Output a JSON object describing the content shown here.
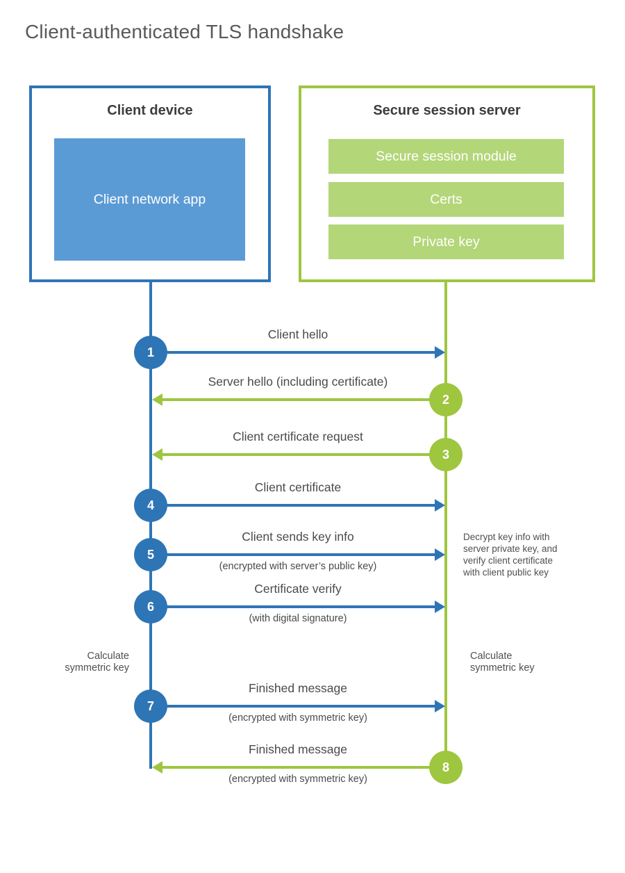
{
  "title": "Client-authenticated TLS handshake",
  "colors": {
    "blue": "#2e75b6",
    "blue_light": "#5b9bd5",
    "green": "#9ec63f",
    "green_light": "#b3d678",
    "text_dark": "#3d3d3d",
    "text_label": "#4a4a4a"
  },
  "client_box": {
    "title": "Client device",
    "app_label": "Client network app"
  },
  "server_box": {
    "title": "Secure session server",
    "modules": [
      "Secure session module",
      "Certs",
      "Private key"
    ]
  },
  "messages": [
    {
      "num": "1",
      "actor": "client",
      "direction": "right",
      "label": "Client hello",
      "sub": ""
    },
    {
      "num": "2",
      "actor": "server",
      "direction": "left",
      "label": "Server hello (including certificate)",
      "sub": ""
    },
    {
      "num": "3",
      "actor": "server",
      "direction": "left",
      "label": "Client certificate request",
      "sub": ""
    },
    {
      "num": "4",
      "actor": "client",
      "direction": "right",
      "label": "Client certificate",
      "sub": ""
    },
    {
      "num": "5",
      "actor": "client",
      "direction": "right",
      "label": "Client sends key info",
      "sub": "(encrypted with server’s public key)"
    },
    {
      "num": "6",
      "actor": "client",
      "direction": "right",
      "label": "Certificate verify",
      "sub": "(with digital signature)"
    },
    {
      "num": "7",
      "actor": "client",
      "direction": "right",
      "label": "Finished message",
      "sub": "(encrypted with symmetric key)"
    },
    {
      "num": "8",
      "actor": "server",
      "direction": "left",
      "label": "Finished message",
      "sub": "(encrypted with symmetric key)"
    }
  ],
  "annotations": {
    "decrypt_note": "Decrypt key info with\nserver private key, and\nverify client certificate\nwith client public key",
    "calculate_left": "Calculate\nsymmetric key",
    "calculate_right": "Calculate\nsymmetric key"
  }
}
